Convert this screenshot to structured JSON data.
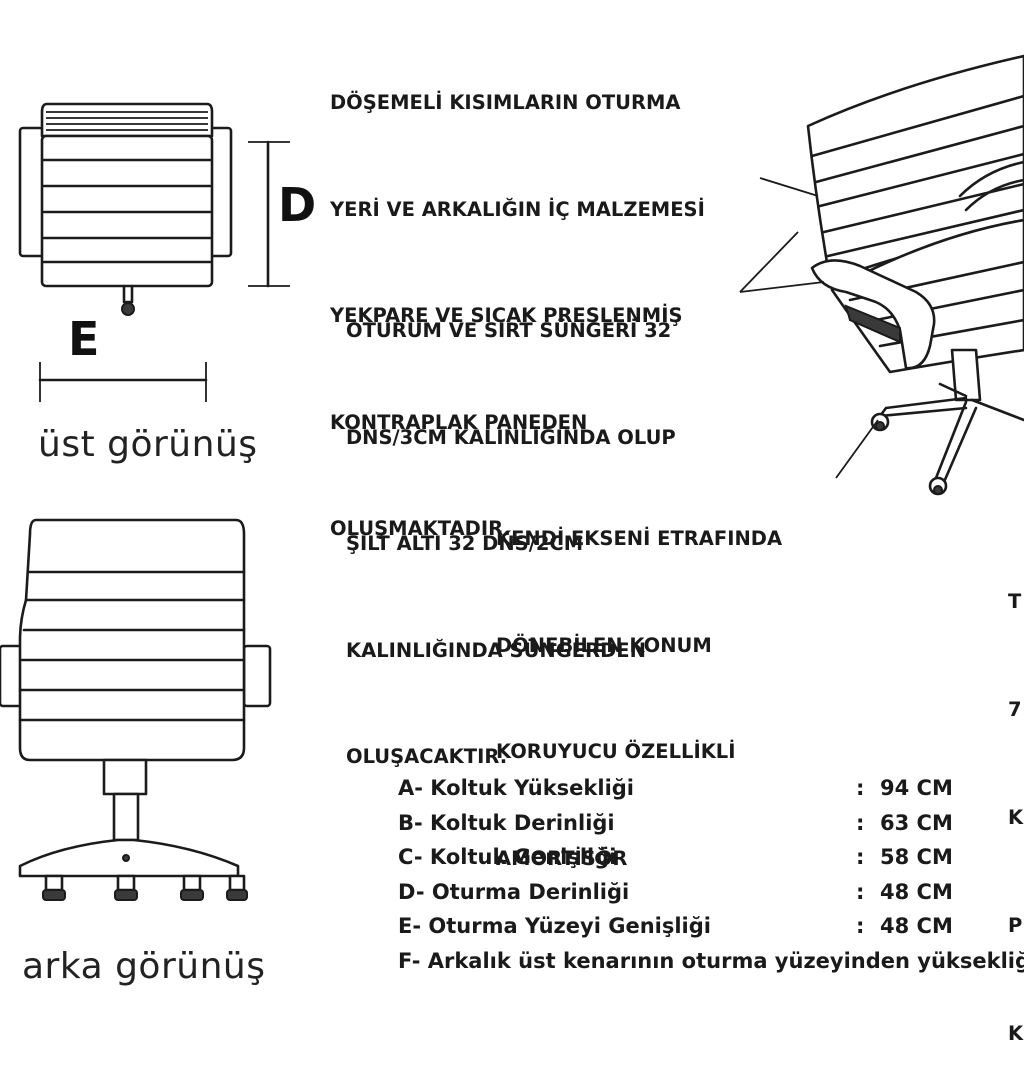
{
  "dimension_labels": {
    "D": "D",
    "E": "E"
  },
  "views": {
    "top": "üst görünüş",
    "back": "arka görünüş"
  },
  "notes": {
    "material": [
      "DÖŞEMELİ KISIMLARIN OTURMA",
      "YERİ VE ARKALIĞIN İÇ MALZEMESİ",
      "YEKPARE VE SICAK PRESLENMİŞ",
      "KONTRAPLAK PANEDEN",
      "OLUŞMAKTADIR."
    ],
    "foam": [
      "OTURUM VE SIRT SÜNGERİ 32",
      "DNS/3CM KALINLIĞINDA OLUP",
      "ŞİLT ALTI 32 DNS/2CM",
      "KALINLIĞINDA SÜNGERDEN",
      "OLUŞACAKTIR."
    ],
    "shock": [
      "KENDİ EKSENİ ETRAFINDA",
      "DÖNEBİLEN KONUM",
      "KORUYUCU ÖZELLİKLİ",
      "AMORTİSÖR"
    ],
    "cut_off": [
      "T",
      "7",
      "K",
      "P",
      "K"
    ]
  },
  "specs": [
    {
      "label": "A- Koltuk Yüksekliği",
      "colon": ":",
      "value": "94 CM"
    },
    {
      "label": "B- Koltuk Derinliği",
      "colon": ":",
      "value": "63 CM"
    },
    {
      "label": "C- Koltuk Genişliği",
      "colon": ":",
      "value": "58 CM"
    },
    {
      "label": "D- Oturma Derinliği",
      "colon": ":",
      "value": "48 CM"
    },
    {
      "label": "E- Oturma Yüzeyi Genişliği",
      "colon": ":",
      "value": "48 CM"
    },
    {
      "label": "F- Arkalık üst kenarının oturma yüzeyinden yüksekliği",
      "colon": "",
      "value": ""
    }
  ]
}
